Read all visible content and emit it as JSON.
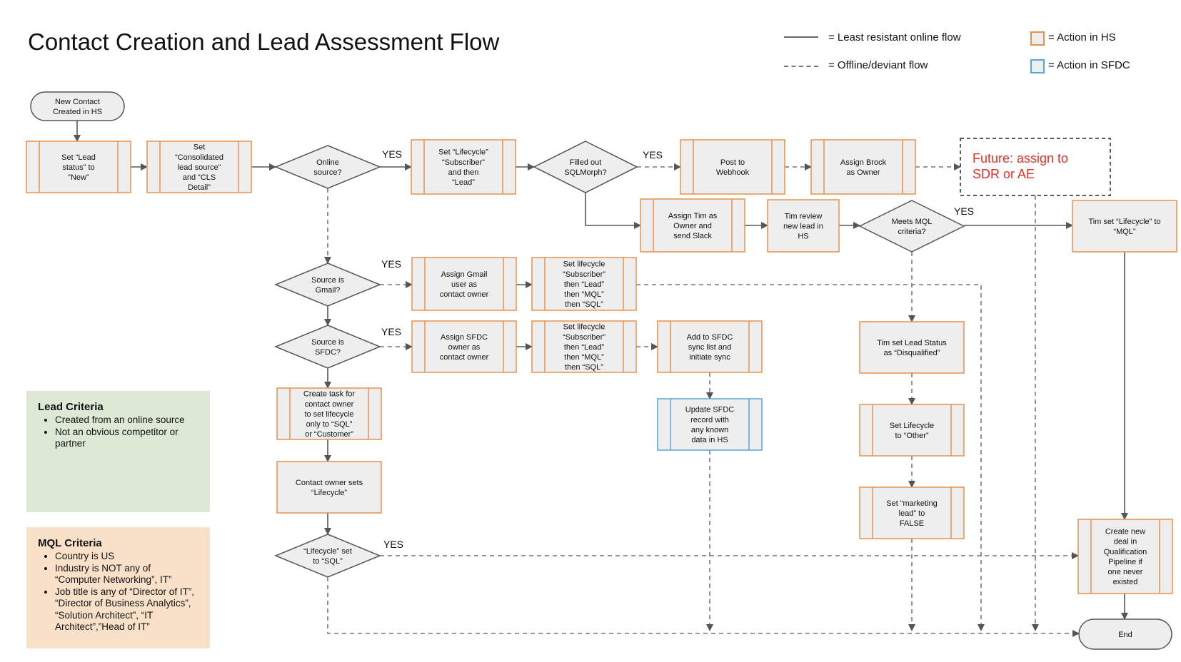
{
  "title": "Contact Creation and Lead Assessment Flow",
  "legend": {
    "solid_line": "= Least resistant online flow",
    "dashed_line": "= Offline/deviant flow",
    "hs_box": "= Action in HS",
    "sfdc_box": "= Action in SFDC"
  },
  "colors": {
    "hs": "#e8914c",
    "sfdc": "#5aa6d8",
    "future": "#e0302a",
    "node_fill": "#eeeeee",
    "lead_bg": "#dde9d4",
    "mql_bg": "#f9e1c9"
  },
  "lead_criteria": {
    "heading": "Lead Criteria",
    "items": [
      "Created from an online source",
      "Not an obvious competitor or partner"
    ]
  },
  "mql_criteria": {
    "heading": "MQL Criteria",
    "items": [
      "Country is US",
      "Industry is NOT any of “Computer Networking”,  IT”",
      "Job title is any of “Director of IT”, “Director of Business Analytics”, “Solution Architect”, “IT Architect”,”Head of IT”"
    ]
  },
  "nodes": {
    "start": [
      "New Contact",
      "Created in HS"
    ],
    "lead_status": [
      "Set “Lead",
      "status” to",
      "“New”"
    ],
    "consolidated": [
      "Set",
      "“Consolidated",
      "lead source”",
      "and “CLS",
      "Detail”"
    ],
    "online_source": [
      "Online",
      "source?"
    ],
    "set_lifecycle_sub": [
      "Set “Lifecycle”",
      "“Subscriber”",
      "and then",
      "“Lead”"
    ],
    "sqlmorph": [
      "Filled out",
      "SQLMorph?"
    ],
    "webhook": [
      "Post to",
      "Webhook"
    ],
    "brock": [
      "Assign Brock",
      "as Owner"
    ],
    "future": [
      "Future: assign to",
      "SDR or AE"
    ],
    "tim_owner": [
      "Assign Tim as",
      "Owner and",
      "send Slack"
    ],
    "tim_review": [
      "Tim review",
      "new lead in",
      "HS"
    ],
    "meets_mql": [
      "Meets MQL",
      "criteria?"
    ],
    "tim_set_mql": [
      "Tim set “Lifecycle” to",
      "“MQL”"
    ],
    "src_gmail": [
      "Source is",
      "Gmail?"
    ],
    "assign_gmail": [
      "Assign Gmail",
      "user as",
      "contact owner"
    ],
    "gmail_lifecycle": [
      "Set lifecycle",
      "“Subscriber”",
      "then  “Lead”",
      "then “MQL”",
      "then “SQL”"
    ],
    "src_sfdc": [
      "Source is",
      "SFDC?"
    ],
    "assign_sfdc": [
      "Assign SFDC",
      "owner as",
      "contact owner"
    ],
    "sfdc_lifecycle": [
      "Set lifecycle",
      "“Subscriber”",
      "then  “Lead”",
      "then “MQL”",
      "then “SQL”"
    ],
    "add_sync": [
      "Add to SFDC",
      "sync list and",
      "initiate sync"
    ],
    "update_sfdc": [
      "Update SFDC",
      "record with",
      "any known",
      "data in HS"
    ],
    "disqualified": [
      "Tim set Lead Status",
      "as  “Disqualified”"
    ],
    "set_other": [
      "Set Lifecycle",
      "to “Other”"
    ],
    "marketing_false": [
      "Set “marketing",
      "lead” to",
      "FALSE"
    ],
    "create_task": [
      "Create task for",
      "contact owner",
      "to set lifecycle",
      "only to “SQL”",
      "or “Customer”"
    ],
    "owner_sets": [
      "Contact owner sets",
      "“Lifecycle”"
    ],
    "lifecycle_sql": [
      "“Lifecycle” set",
      "to “SQL”"
    ],
    "create_deal": [
      "Create new",
      "deal in",
      "Qualification",
      "Pipeline if",
      "one never",
      "existed"
    ],
    "end": [
      "End"
    ]
  },
  "edge_labels": {
    "online_yes": "YES",
    "sqlmorph_yes": "YES",
    "mql_yes": "YES",
    "gmail_yes": "YES",
    "sfdc_yes": "YES",
    "sql_yes": "YES"
  }
}
